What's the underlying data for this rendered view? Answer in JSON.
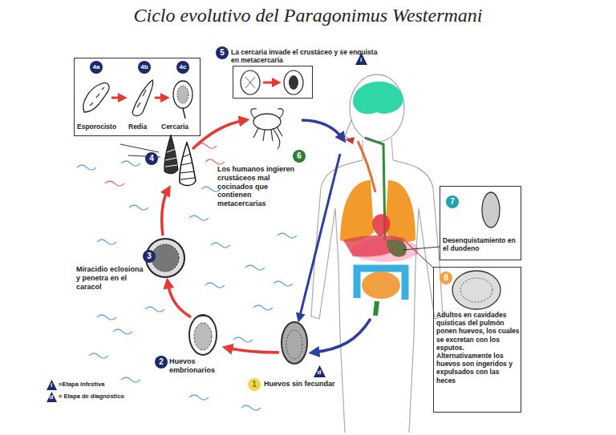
{
  "diagram": {
    "title": "Ciclo evolutivo del Paragonimus Westermani",
    "nodes": [
      {
        "text": [
          "Esporocisto",
          "Redia",
          "Cercaria"
        ]
      },
      {
        "text": [
          "La cercaria invade el crustáceo y se enquista en metacercaria"
        ]
      },
      {
        "text": [
          "Desenquistamiento en el duodeno"
        ]
      },
      {
        "text": [
          "Adultos en cavidades quísticas del pulmón ponen huevos, los cuales se excretan con los esputos. Alternativamente los huevos son ingeridos y expulsados con las heces"
        ]
      }
    ],
    "labels": [
      "5",
      "i",
      "4a",
      "4b",
      "4c",
      "4",
      "6",
      "Los humanos ingieren crustáceos mal cocinados que contienen metacercarias",
      "7",
      "8",
      "3",
      "Miracidio eclosiona y penetra en el caracol",
      "2",
      "Huevos embrionarios",
      "1",
      "Huevos sin fecundar",
      "d",
      "i",
      "d"
    ],
    "legend": [
      {
        "text": "=Etapa infestiva"
      },
      {
        "text": "= Etapa de diagnóstico"
      }
    ]
  }
}
